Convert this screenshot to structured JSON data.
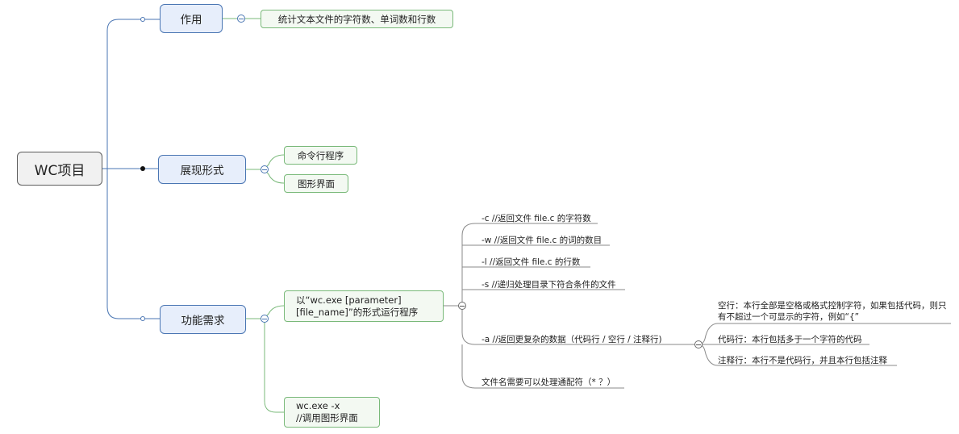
{
  "root": {
    "label": "WC项目"
  },
  "purpose": {
    "label": "作用",
    "items": [
      "统计文本文件的字符数、单词数和行数"
    ]
  },
  "forms": {
    "label": "展现形式",
    "items": [
      "命令行程序",
      "图形界面"
    ]
  },
  "requirements": {
    "label": "功能需求",
    "cli": {
      "label_line1": "以“wc.exe [parameter]",
      "label_line2": "[file_name]”的形式运行程序",
      "options": [
        "-c //返回文件 file.c 的字符数",
        "-w //返回文件 file.c 的词的数目",
        "-l  //返回文件 file.c 的行数",
        "-s //递归处理目录下符合条件的文件",
        "-a //返回更复杂的数据（代码行 / 空行 / 注释行)",
        "文件名需要可以处理通配符（* ？）"
      ],
      "a_details": [
        "空行：本行全部是空格或格式控制字符，如果包括代码，则只有不超过一个可显示的字符，例如“{”",
        "代码行：本行包括多于一个字符的代码",
        "注释行：本行不是代码行，并且本行包括注释"
      ]
    },
    "gui": {
      "label_line1": "wc.exe -x",
      "label_line2": "//调用图形界面"
    }
  },
  "colors": {
    "branch_line": "#4a76b3",
    "leaf_line": "#79b979",
    "sub_line": "#8a8a8a"
  }
}
